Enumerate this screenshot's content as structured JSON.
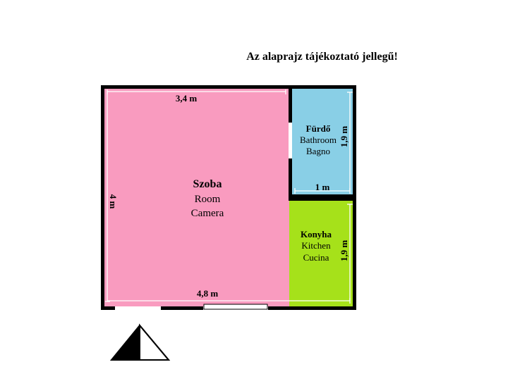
{
  "notice": "Az alaprajz tájékoztató jellegű!",
  "rooms": {
    "room": {
      "name": "Szoba",
      "en": "Room",
      "it": "Camera",
      "color": "#f99bbf"
    },
    "bathroom": {
      "name": "Fürdő",
      "en": "Bathroom",
      "it": "Bagno",
      "color": "#89cfe6"
    },
    "kitchen": {
      "name": "Konyha",
      "en": "Kitchen",
      "it": "Cucina",
      "color": "#a6e11a"
    }
  },
  "dimensions": {
    "room_top": "3,4 m",
    "room_left": "4 m",
    "room_bottom": "4,8 m",
    "bath_width": "1 m",
    "bath_height": "1,9 m",
    "kitchen_height": "1,9 m"
  },
  "colors": {
    "wall": "#000000",
    "background": "#ffffff"
  },
  "icons": {
    "north_arrow": "compass-triangle-icon"
  }
}
